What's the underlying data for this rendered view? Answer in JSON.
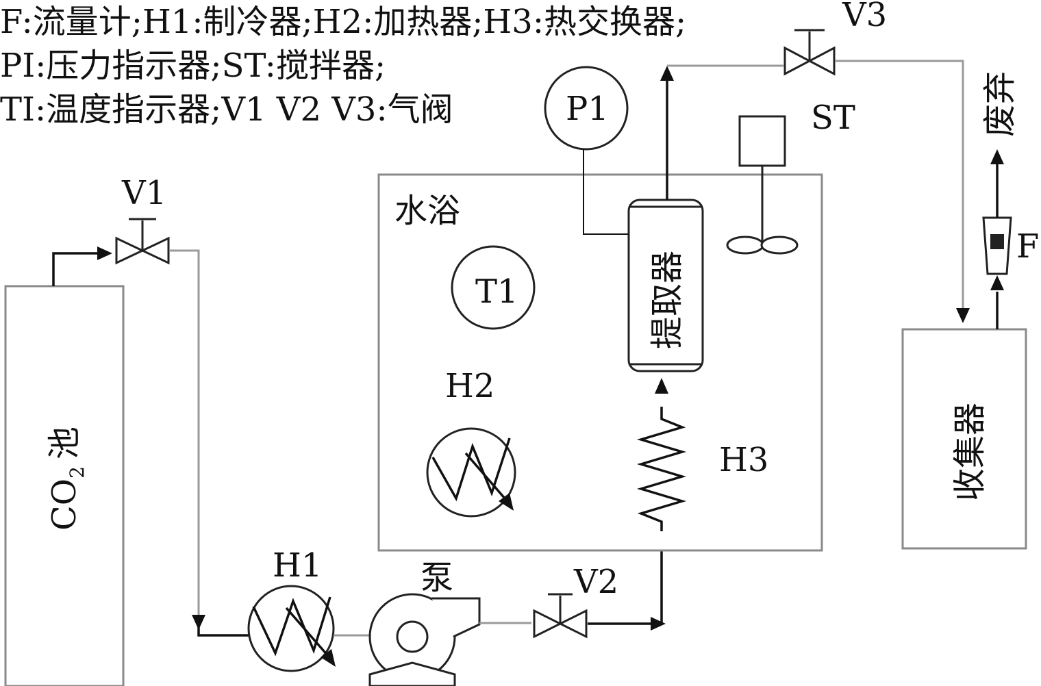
{
  "legend": {
    "line1": "F:流量计;H1:制冷器;H2:加热器;H3:热交换器;",
    "line2": "PI:压力指示器;ST:搅拌器;",
    "line3": "TI:温度指示器;V1 V2 V3:气阀"
  },
  "labels": {
    "v1": "V1",
    "v2": "V2",
    "v3": "V3",
    "p1": "P1",
    "t1": "T1",
    "st": "ST",
    "h1": "H1",
    "h2": "H2",
    "h3": "H3",
    "f": "F",
    "pump": "泵",
    "water_bath": "水浴",
    "extractor": "提取器",
    "collector": "收集器",
    "waste": "废弃",
    "co2_main": "CO",
    "co2_sub": "2",
    "co2_suffix": "池"
  }
}
